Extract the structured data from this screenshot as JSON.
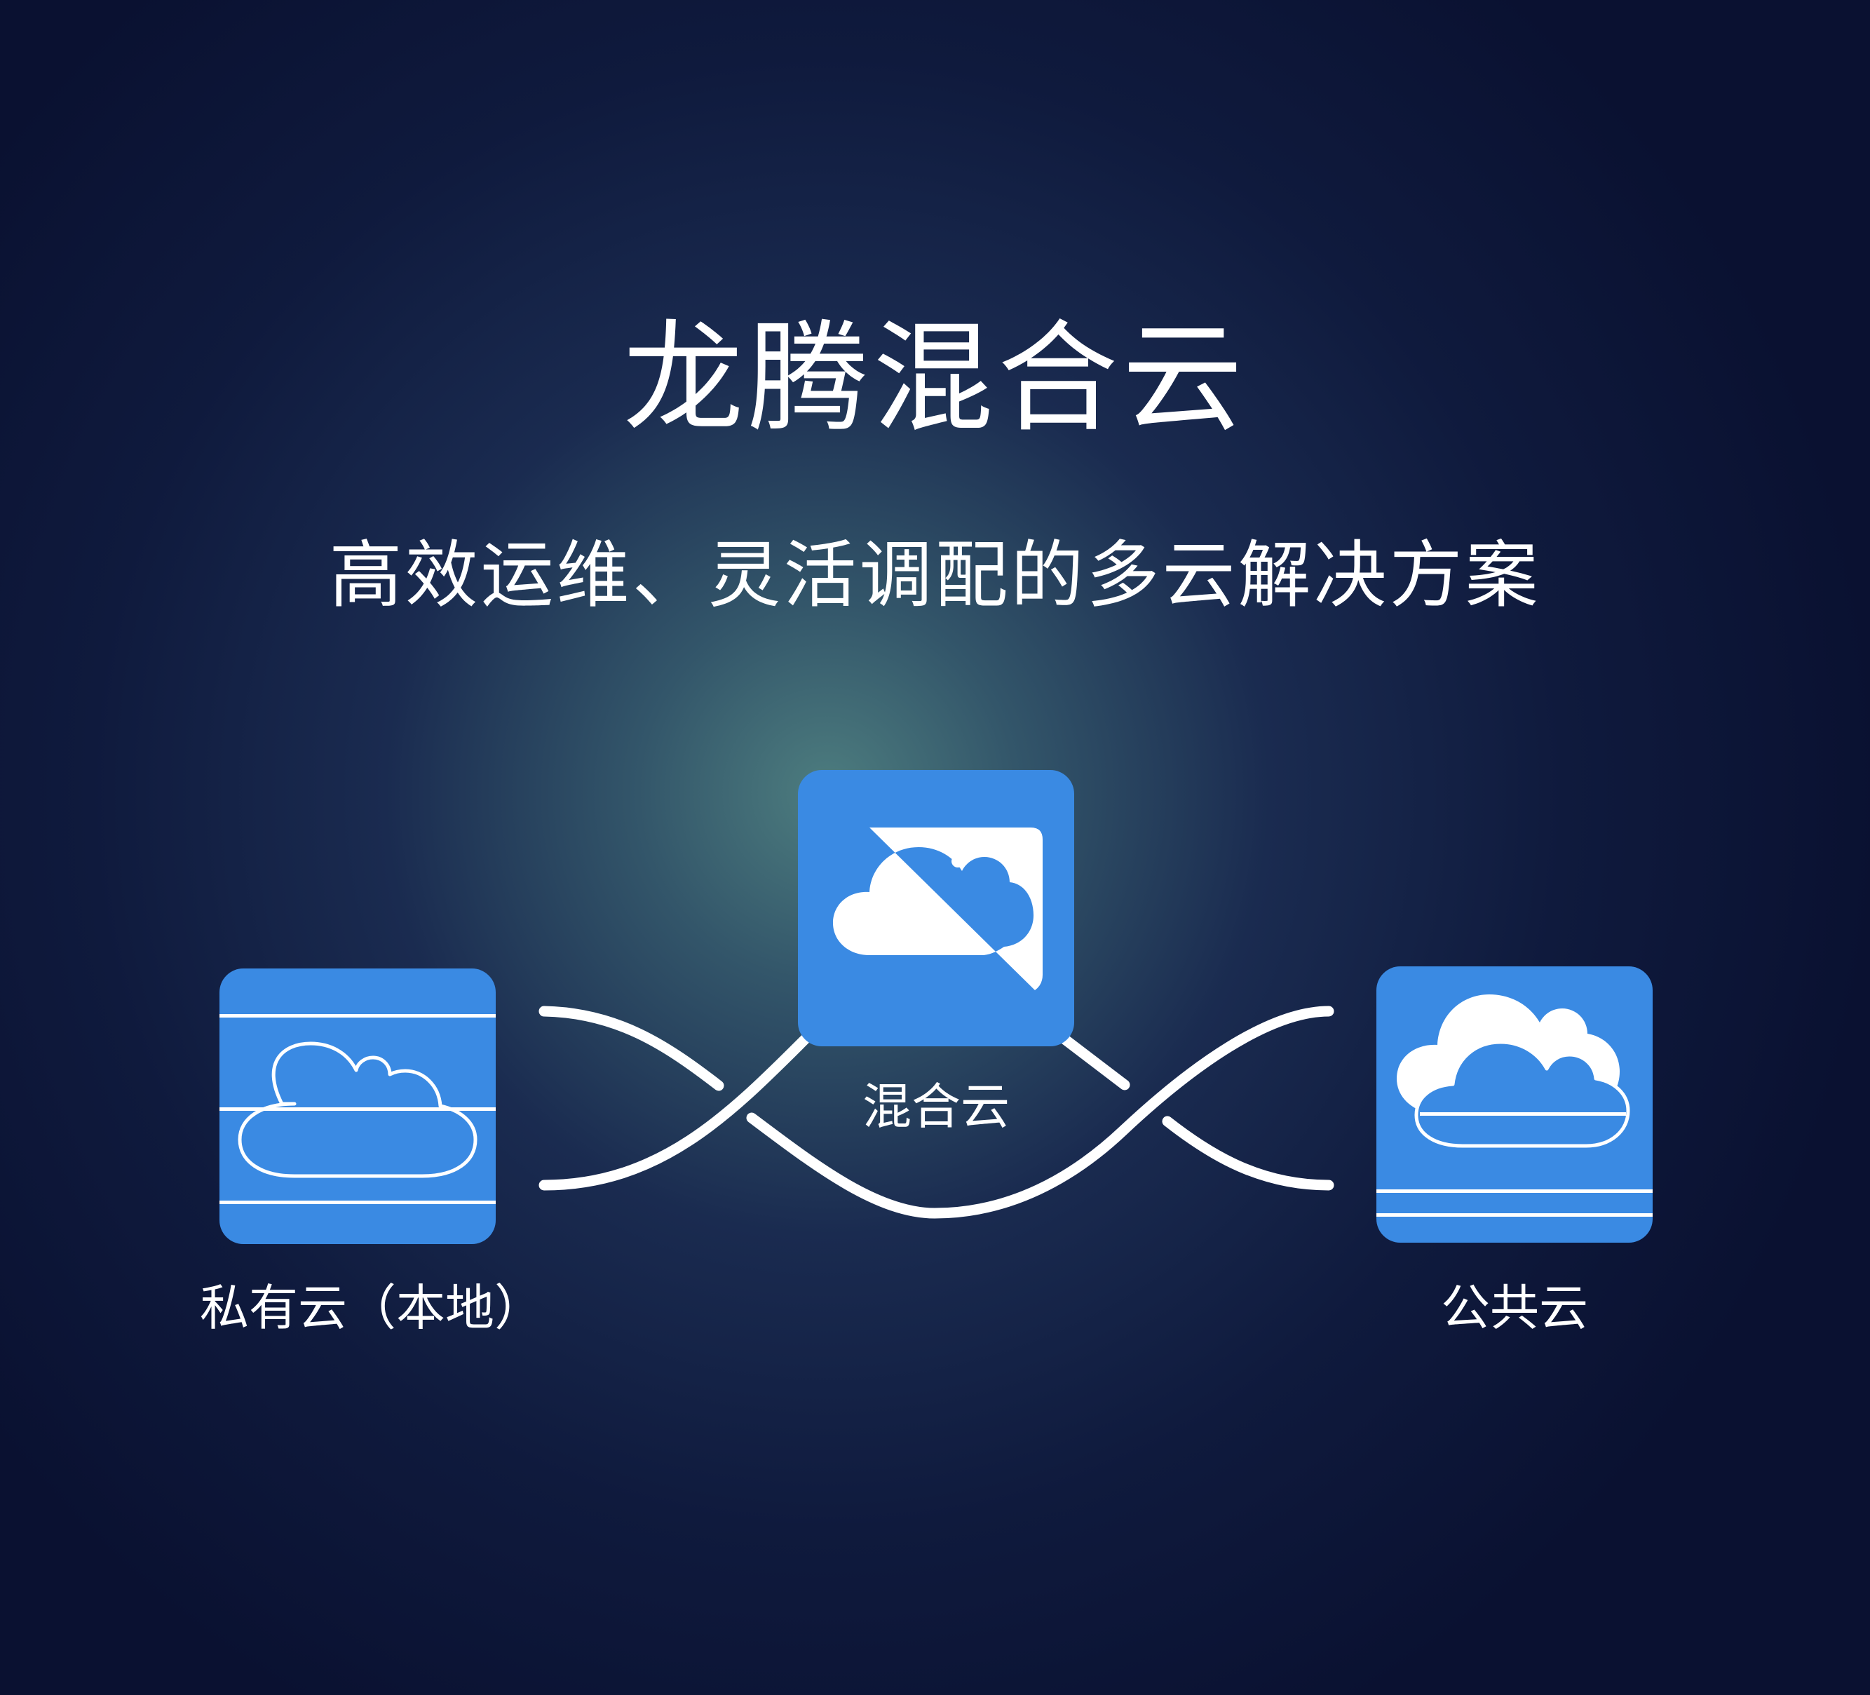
{
  "title": "龙腾混合云",
  "subtitle": "高效运维、灵活调配的多云解决方案",
  "nodes": {
    "private": {
      "label": "私有云（本地）",
      "icon": "private-cloud-icon"
    },
    "hybrid": {
      "label": "混合云",
      "icon": "hybrid-cloud-icon"
    },
    "public": {
      "label": "公共云",
      "icon": "public-cloud-icon"
    }
  },
  "colors": {
    "background_dark": "#0a1131",
    "background_glow": "#4a7a7e",
    "tile_blue": "#3a8ae3",
    "line_white": "#ffffff"
  }
}
